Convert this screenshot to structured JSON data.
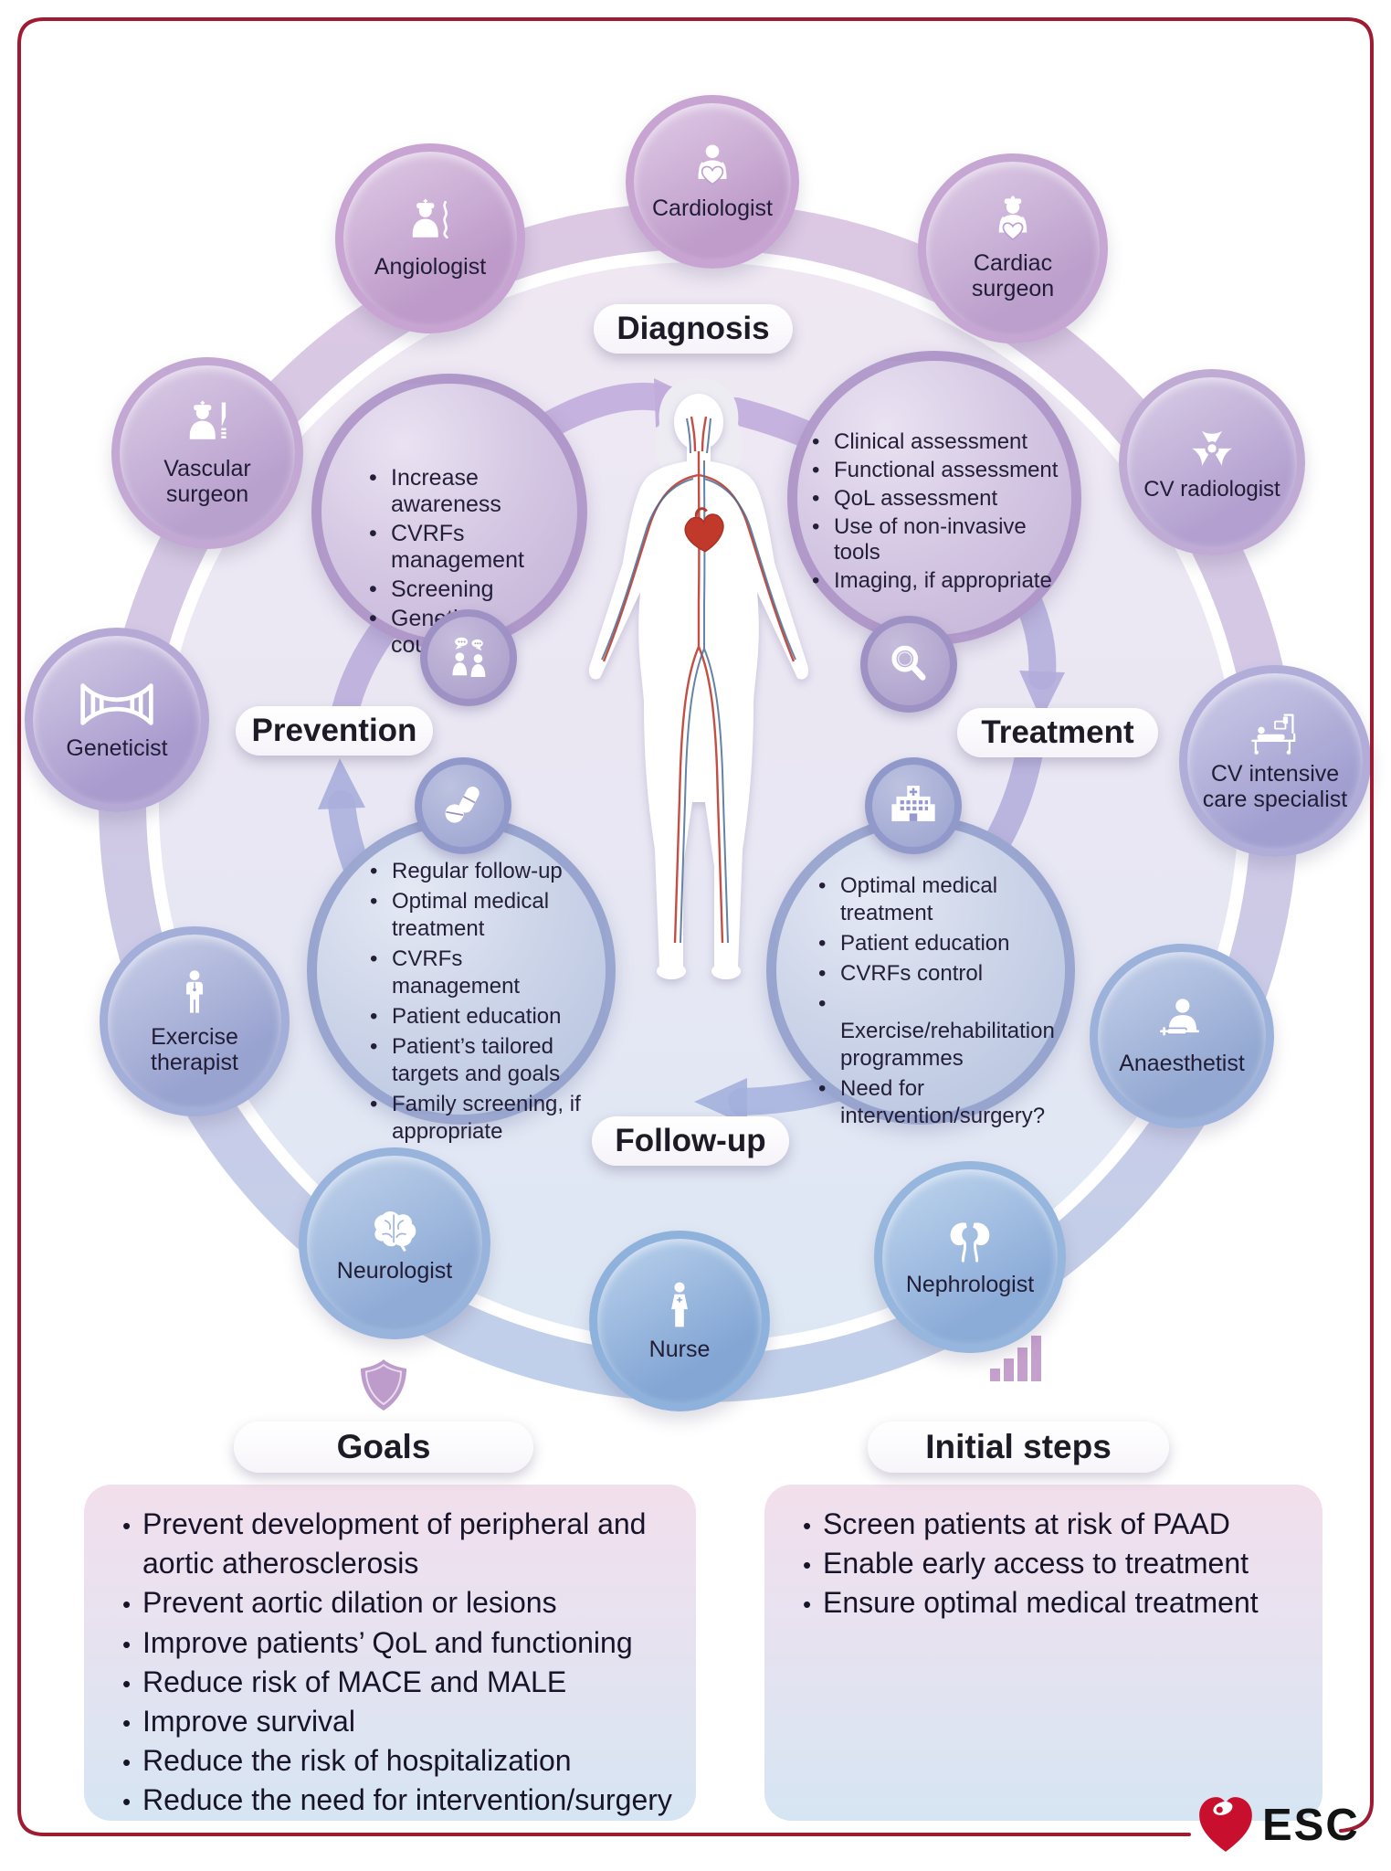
{
  "diagram_labels": {
    "diagnosis": "Diagnosis",
    "prevention": "Prevention",
    "treatment": "Treatment",
    "follow_up": "Follow-up"
  },
  "bubbles": {
    "prevention_to_diagnosis": {
      "icon": "people-talking-icon",
      "items": [
        "Increase awareness",
        "CVRFs management",
        "Screening",
        "Genetic counselling"
      ]
    },
    "diagnosis": {
      "icon": "magnifier-icon",
      "items": [
        "Clinical assessment",
        "Functional assessment",
        "QoL assessment",
        "Use of non-invasive tools",
        "Imaging, if appropriate"
      ]
    },
    "follow_up": {
      "icon": "pills-icon",
      "items": [
        "Regular follow-up",
        "Optimal medical treatment",
        "CVRFs management",
        "Patient education",
        "Patient’s tailored targets and goals",
        "Family screening, if appropriate"
      ]
    },
    "treatment": {
      "icon": "hospital-icon",
      "items": [
        "Optimal medical treatment",
        "Patient education",
        "CVRFs control",
        "Exercise/rehabilitation programmes",
        "Need for intervention/surgery?"
      ]
    }
  },
  "specialists": [
    {
      "label": "Cardiologist",
      "icon": "cardiologist-icon"
    },
    {
      "label": "Angiologist",
      "icon": "angiologist-icon"
    },
    {
      "label": "Cardiac surgeon",
      "icon": "cardiac-surgeon-icon"
    },
    {
      "label": "Vascular surgeon",
      "icon": "vascular-surgeon-icon"
    },
    {
      "label": "CV radiologist",
      "icon": "radiology-icon"
    },
    {
      "label": "Geneticist",
      "icon": "dna-icon"
    },
    {
      "label": "CV intensive care specialist",
      "icon": "hospital-bed-icon"
    },
    {
      "label": "Exercise therapist",
      "icon": "person-standing-icon"
    },
    {
      "label": "Anaesthetist",
      "icon": "syringe-person-icon"
    },
    {
      "label": "Neurologist",
      "icon": "brain-icon"
    },
    {
      "label": "Nephrologist",
      "icon": "kidneys-icon"
    },
    {
      "label": "Nurse",
      "icon": "nurse-icon"
    }
  ],
  "sections": {
    "goals": {
      "title": "Goals",
      "icon": "shield-icon",
      "items": [
        "Prevent development of peripheral and aortic atherosclerosis",
        "Prevent aortic dilation or lesions",
        "Improve patients’ QoL and functioning",
        "Reduce risk of MACE and MALE",
        "Improve survival",
        "Reduce the risk of hospitalization",
        "Reduce the need for intervention/surgery"
      ]
    },
    "initial_steps": {
      "title": "Initial steps",
      "icon": "bar-chart-icon",
      "items": [
        "Screen patients at risk of PAAD",
        "Enable early access to treatment",
        "Ensure optimal medical treatment"
      ]
    }
  },
  "logo": {
    "text": "ESC",
    "icon": "esc-heart-icon"
  },
  "colors": {
    "frame": "#9e1b32",
    "accent_purple": "#bd9ccb",
    "accent_blue": "#9ab4da",
    "logo_red": "#c8102e"
  }
}
